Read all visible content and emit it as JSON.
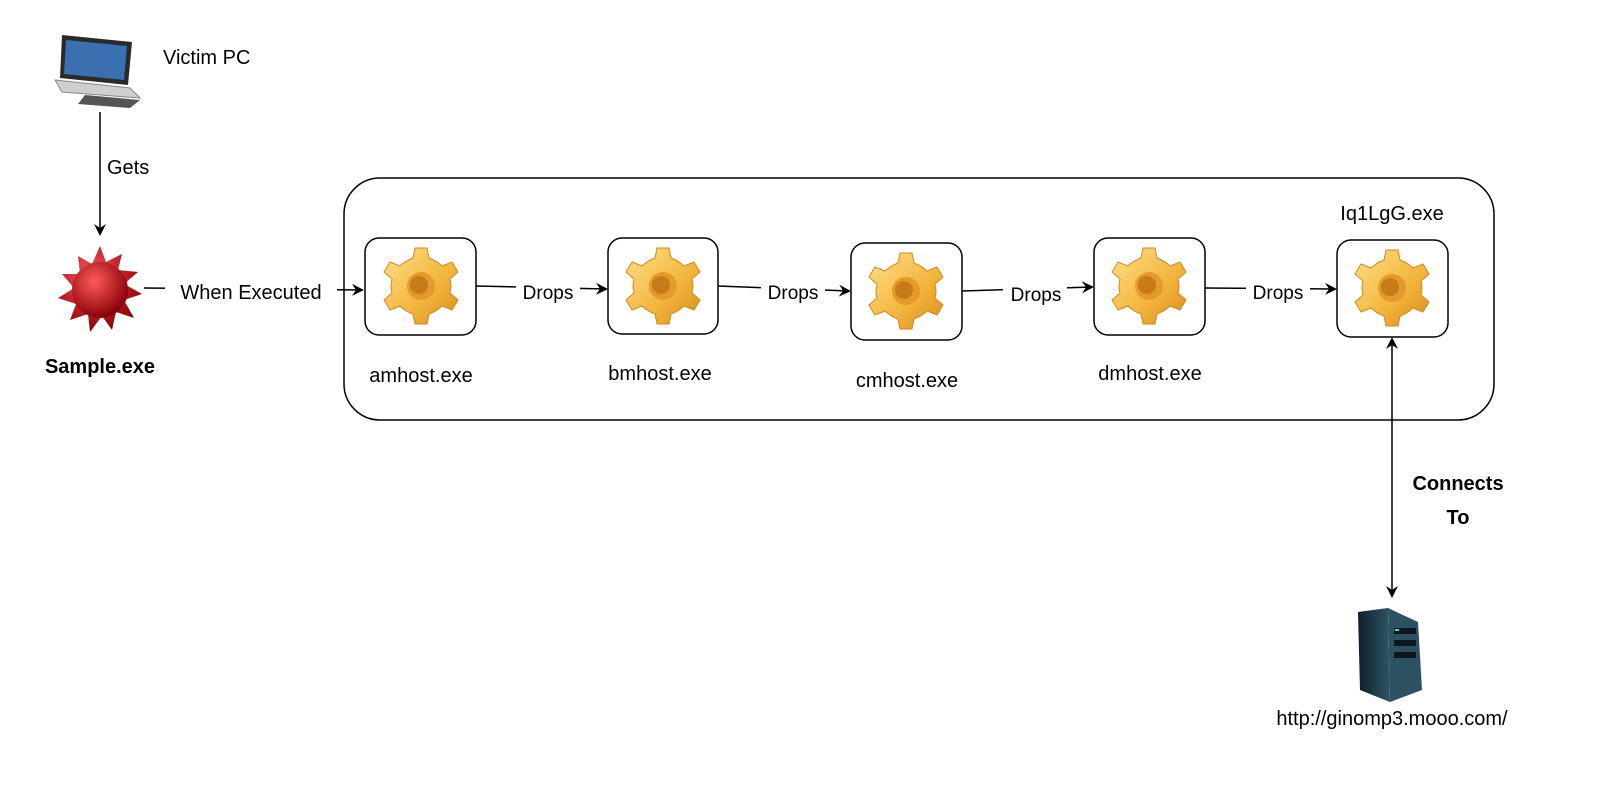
{
  "nodes": {
    "victim_pc": {
      "label": "Victim PC",
      "icon": "desktop-computer-icon"
    },
    "sample": {
      "label": "Sample.exe",
      "icon": "virus-icon"
    },
    "amhost": {
      "label": "amhost.exe",
      "icon": "gear-icon"
    },
    "bmhost": {
      "label": "bmhost.exe",
      "icon": "gear-icon"
    },
    "cmhost": {
      "label": "cmhost.exe",
      "icon": "gear-icon"
    },
    "dmhost": {
      "label": "dmhost.exe",
      "icon": "gear-icon"
    },
    "iq1lgg": {
      "label": "Iq1LgG.exe",
      "icon": "gear-icon"
    },
    "server": {
      "label": "http://ginomp3.mooo.com/",
      "icon": "server-tower-icon"
    }
  },
  "edges": {
    "gets": "Gets",
    "when_executed": "When Executed",
    "drops1": "Drops",
    "drops2": "Drops",
    "drops3": "Drops",
    "drops4": "Drops",
    "connects_line1": "Connects",
    "connects_line2": "To"
  },
  "colors": {
    "gear": "#f2b43c",
    "virus": "#c8101a",
    "server": "#1e3a4a"
  }
}
